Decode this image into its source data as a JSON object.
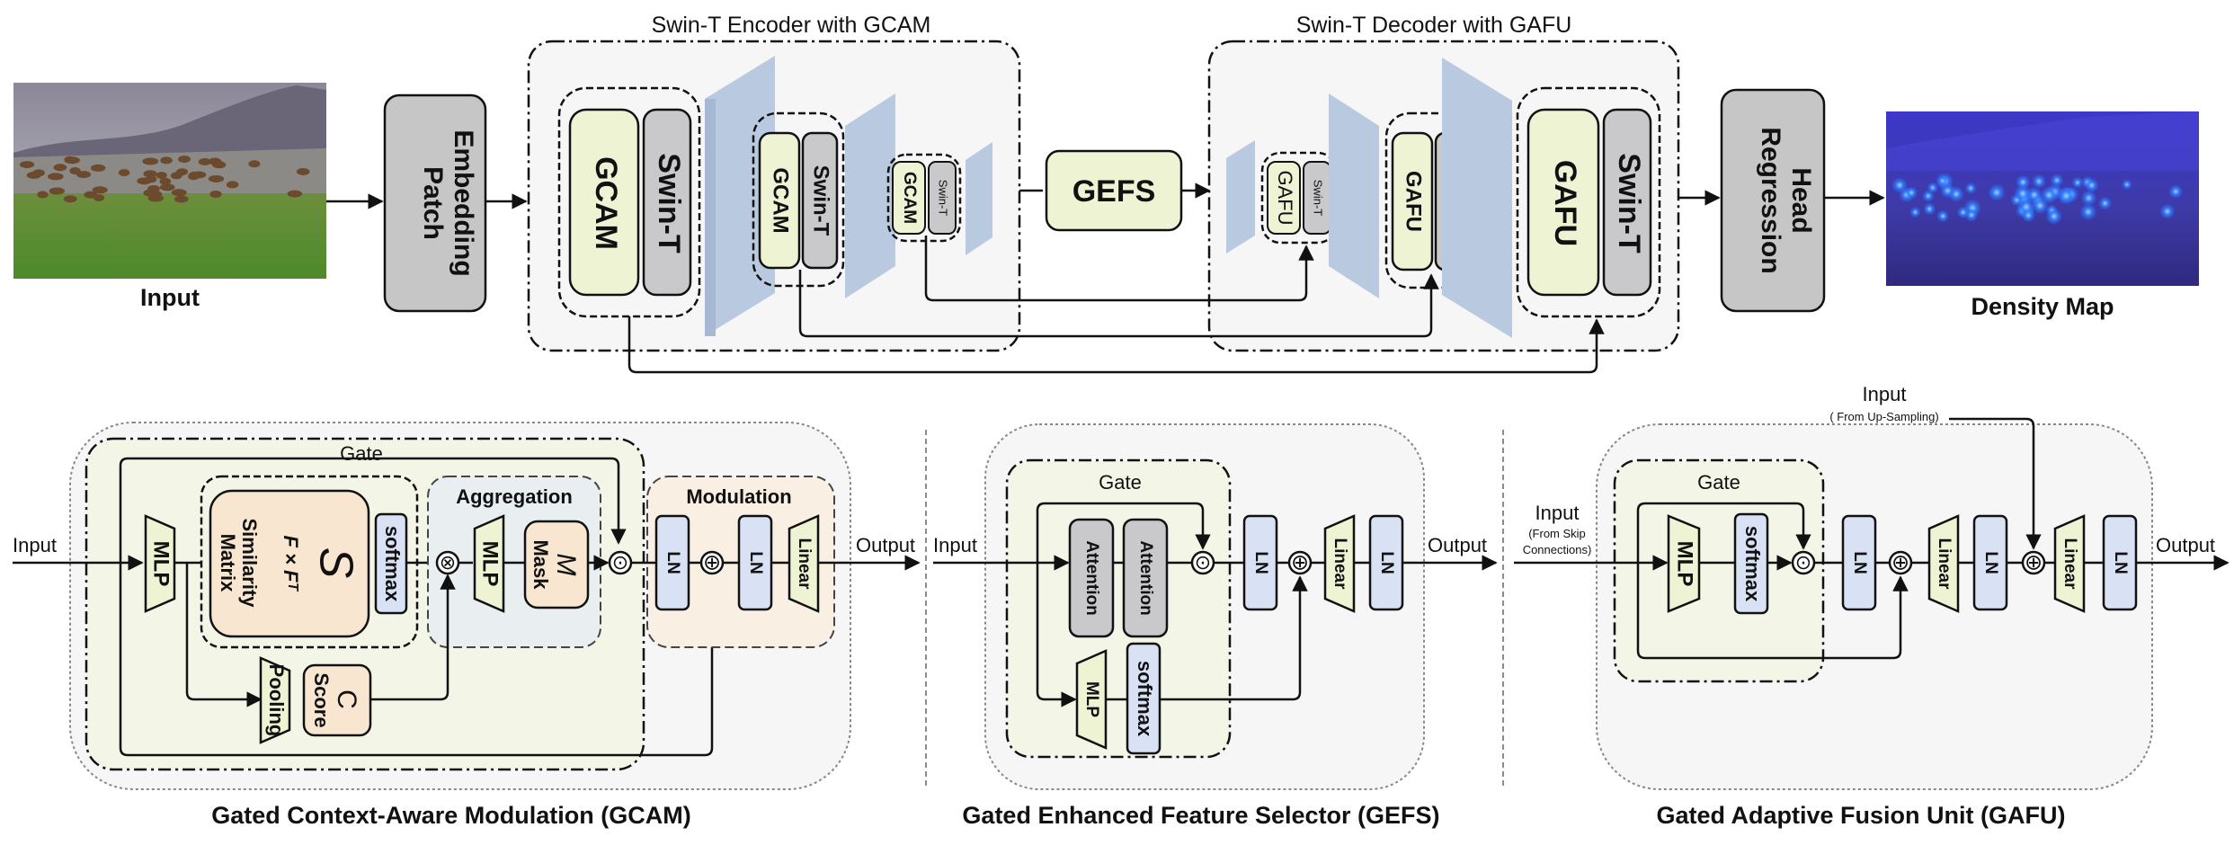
{
  "top": {
    "input_label": "Input",
    "patch_embedding": [
      "Patch",
      "Embedding"
    ],
    "encoder_title": "Swin-T Encoder with GCAM",
    "decoder_title": "Swin-T Decoder with GAFU",
    "gcam": "GCAM",
    "swin_t": "Swin-T",
    "gefs": "GEFS",
    "gafu": "GAFU",
    "regression_head": [
      "Regression",
      "Head"
    ],
    "density_map_label": "Density Map"
  },
  "gcam": {
    "caption": "Gated Context-Aware Modulation (GCAM)",
    "input": "Input",
    "output": "Output",
    "gate": "Gate",
    "mlp": "MLP",
    "s_symbol": "S",
    "formula": "F × Fᵀ",
    "similarity": [
      "Similarity",
      "Matrix"
    ],
    "softmax": "softmax",
    "aggregation": "Aggregation",
    "mask_symbol": "M",
    "mask": "Mask",
    "pooling": "Pooling",
    "c_symbol": "C",
    "score": "Score",
    "modulation": "Modulation",
    "ln": "LN",
    "linear": "Linear",
    "otimes": "⊗",
    "odot": "⊙",
    "oplus": "⊕"
  },
  "gefs": {
    "caption": "Gated Enhanced Feature Selector (GEFS)",
    "input": "Input",
    "output": "Output",
    "gate": "Gate",
    "attention": "Attention",
    "mlp": "MLP",
    "softmax": "softmax",
    "ln": "LN",
    "linear": "Linear"
  },
  "gafu": {
    "caption": "Gated Adaptive Fusion Unit (GAFU)",
    "input": "Input",
    "input_note": [
      "(From Skip",
      "Connections)"
    ],
    "top_input": "Input",
    "top_input_note": "( From Up-Sampling)",
    "output": "Output",
    "gate": "Gate",
    "mlp": "MLP",
    "softmax": "softmax",
    "ln": "LN",
    "linear": "Linear"
  },
  "colors": {
    "yellow": "#eef3d4",
    "grey_block": "#c9c9cc",
    "blue_ln": "#d9e2f5",
    "peach": "#f9e6d0",
    "slab": "#b9c9df",
    "panel_bg": "#f6f6f6"
  }
}
